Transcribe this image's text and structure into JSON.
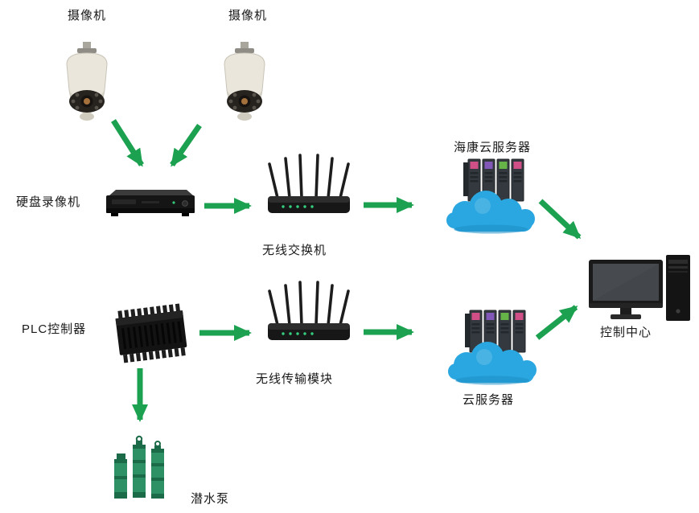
{
  "labels": {
    "camera1": "摄像机",
    "camera2": "摄像机",
    "dvr": "硬盘录像机",
    "wireless_switch": "无线交换机",
    "hik_cloud": "海康云服务器",
    "control_center": "控制中心",
    "plc": "PLC控制器",
    "wireless_module": "无线传输模块",
    "cloud_server": "云服务器",
    "pump": "潜水泵"
  },
  "colors": {
    "arrow": "#1ba14f",
    "cloud": "#2aa7e0",
    "pump": "#2e9166"
  }
}
